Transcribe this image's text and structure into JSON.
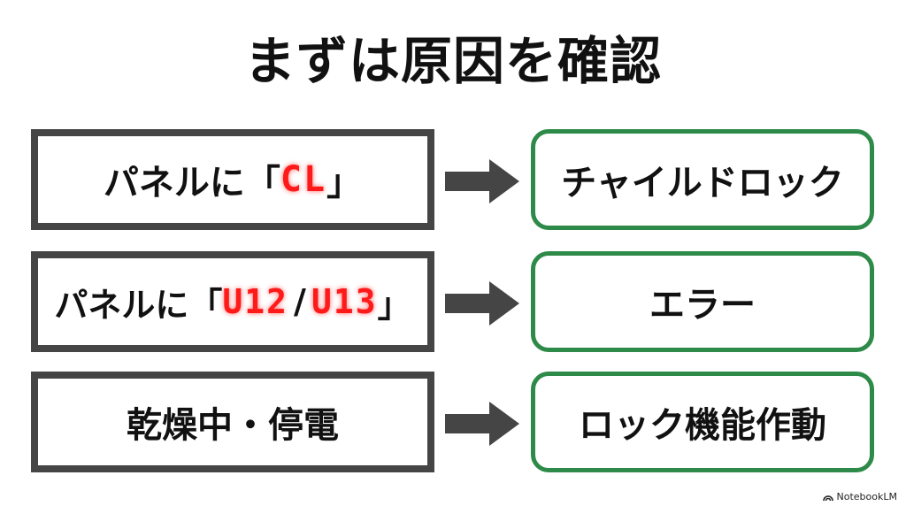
{
  "title": "まずは原因を確認",
  "rows": [
    {
      "cause_prefix": "パネルに「",
      "codes": [
        "CL"
      ],
      "cause_suffix": "」",
      "result": "チャイルドロック"
    },
    {
      "cause_prefix": "パネルに「",
      "codes": [
        "U12",
        "U13"
      ],
      "separator": "/",
      "cause_suffix": "」",
      "result": "エラー"
    },
    {
      "cause_text": "乾燥中・停電",
      "result": "ロック機能作動"
    }
  ],
  "watermark": "NotebookLM",
  "colors": {
    "left_border": "#454545",
    "right_border": "#2e8a48",
    "code_red": "#ff1a1a",
    "arrow": "#454545"
  }
}
